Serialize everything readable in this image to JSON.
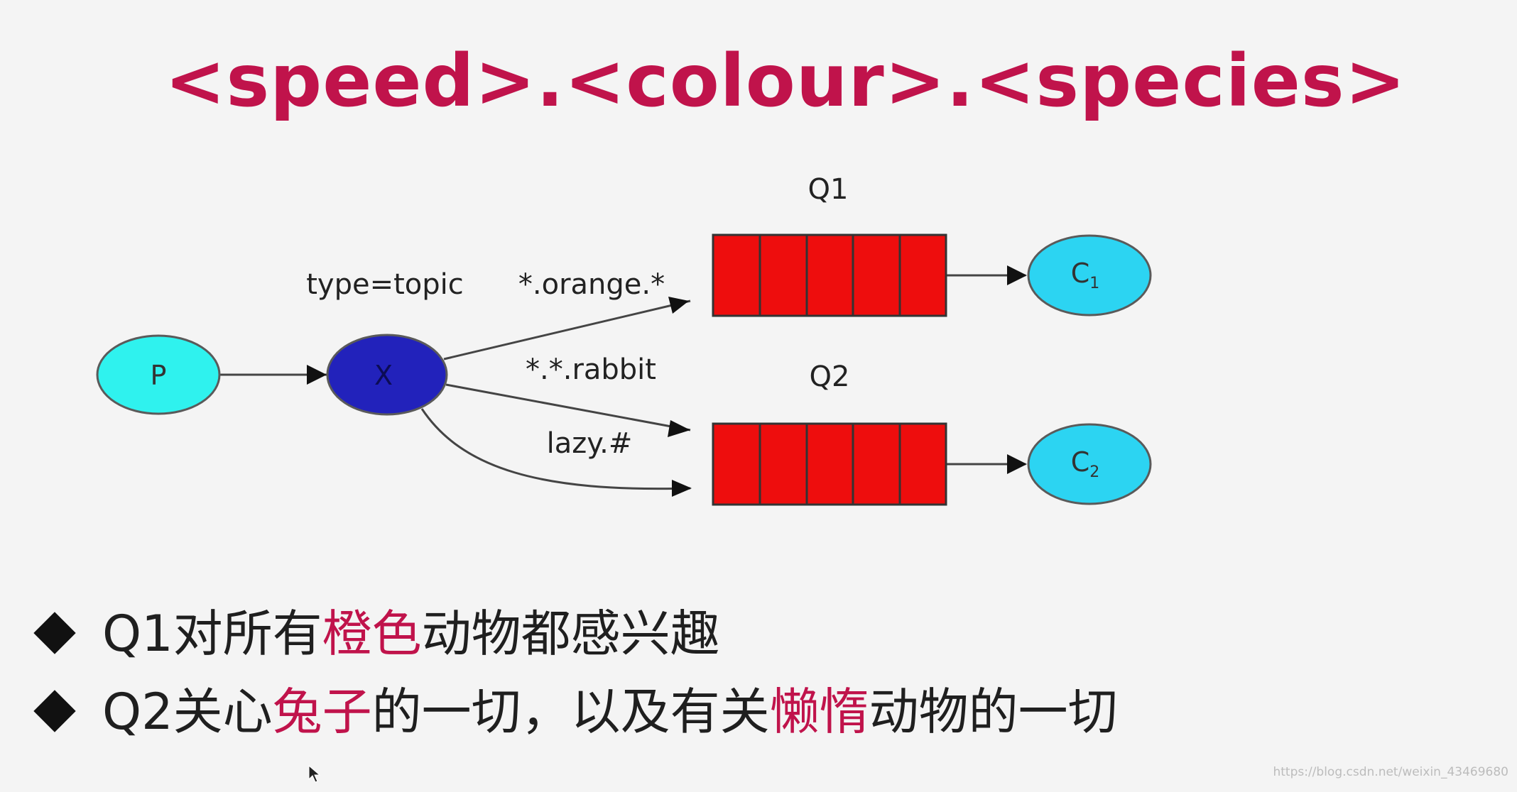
{
  "title": "<speed>.<colour>.<species>",
  "diagram": {
    "exchange_type_label": "type=topic",
    "nodes": {
      "producer": "P",
      "exchange": "X",
      "consumer1": {
        "base": "C",
        "sub": "1"
      },
      "consumer2": {
        "base": "C",
        "sub": "2"
      }
    },
    "queues": {
      "q1_label": "Q1",
      "q2_label": "Q2"
    },
    "bindings": {
      "orange": "*.orange.*",
      "rabbit": "*.*.rabbit",
      "lazy": "lazy.#"
    },
    "colors": {
      "producer_fill": "#2ff2ee",
      "exchange_fill": "#2222bb",
      "queue_fill": "#ee0d0d",
      "consumer_fill": "#2cd4f2",
      "title_color": "#c0134b"
    }
  },
  "bullets": [
    {
      "pre": "Q1对所有",
      "hl": "橙色",
      "post": "动物都感兴趣"
    },
    {
      "pre": "Q2关心",
      "hl": "兔子",
      "mid": "的一切，以及有关",
      "hl2": "懒惰",
      "post": "动物的一切"
    }
  ],
  "watermark": "https://blog.csdn.net/weixin_43469680"
}
